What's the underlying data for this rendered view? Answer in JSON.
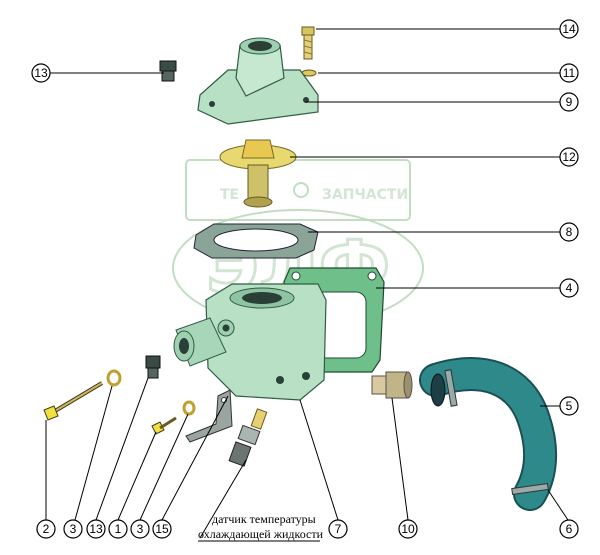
{
  "callouts": [
    {
      "id": "c14a",
      "label": "14"
    },
    {
      "id": "c11",
      "label": "11"
    },
    {
      "id": "c9",
      "label": "9"
    },
    {
      "id": "c12",
      "label": "12"
    },
    {
      "id": "c8",
      "label": "8"
    },
    {
      "id": "c4",
      "label": "4"
    },
    {
      "id": "c5",
      "label": "5"
    },
    {
      "id": "c13top",
      "label": "13"
    },
    {
      "id": "c2",
      "label": "2"
    },
    {
      "id": "c3a",
      "label": "3"
    },
    {
      "id": "c13b",
      "label": "13"
    },
    {
      "id": "c1",
      "label": "1"
    },
    {
      "id": "c3b",
      "label": "3"
    },
    {
      "id": "c15",
      "label": "15"
    },
    {
      "id": "c7",
      "label": "7"
    },
    {
      "id": "c10",
      "label": "10"
    },
    {
      "id": "c6",
      "label": "6"
    }
  ],
  "caption": {
    "line1": "датчик температуры",
    "line2": "охлаждающей жидкости"
  },
  "watermark": {
    "left_text": "ТЕ",
    "right_text": "ЗАПЧАСТИ",
    "logo_text": "ЭЛФ"
  },
  "colors": {
    "housing": "#b8e0c4",
    "thermostat": "#e8d870",
    "hose": "#2e8a8a",
    "gasket": "#6fbf8a"
  }
}
